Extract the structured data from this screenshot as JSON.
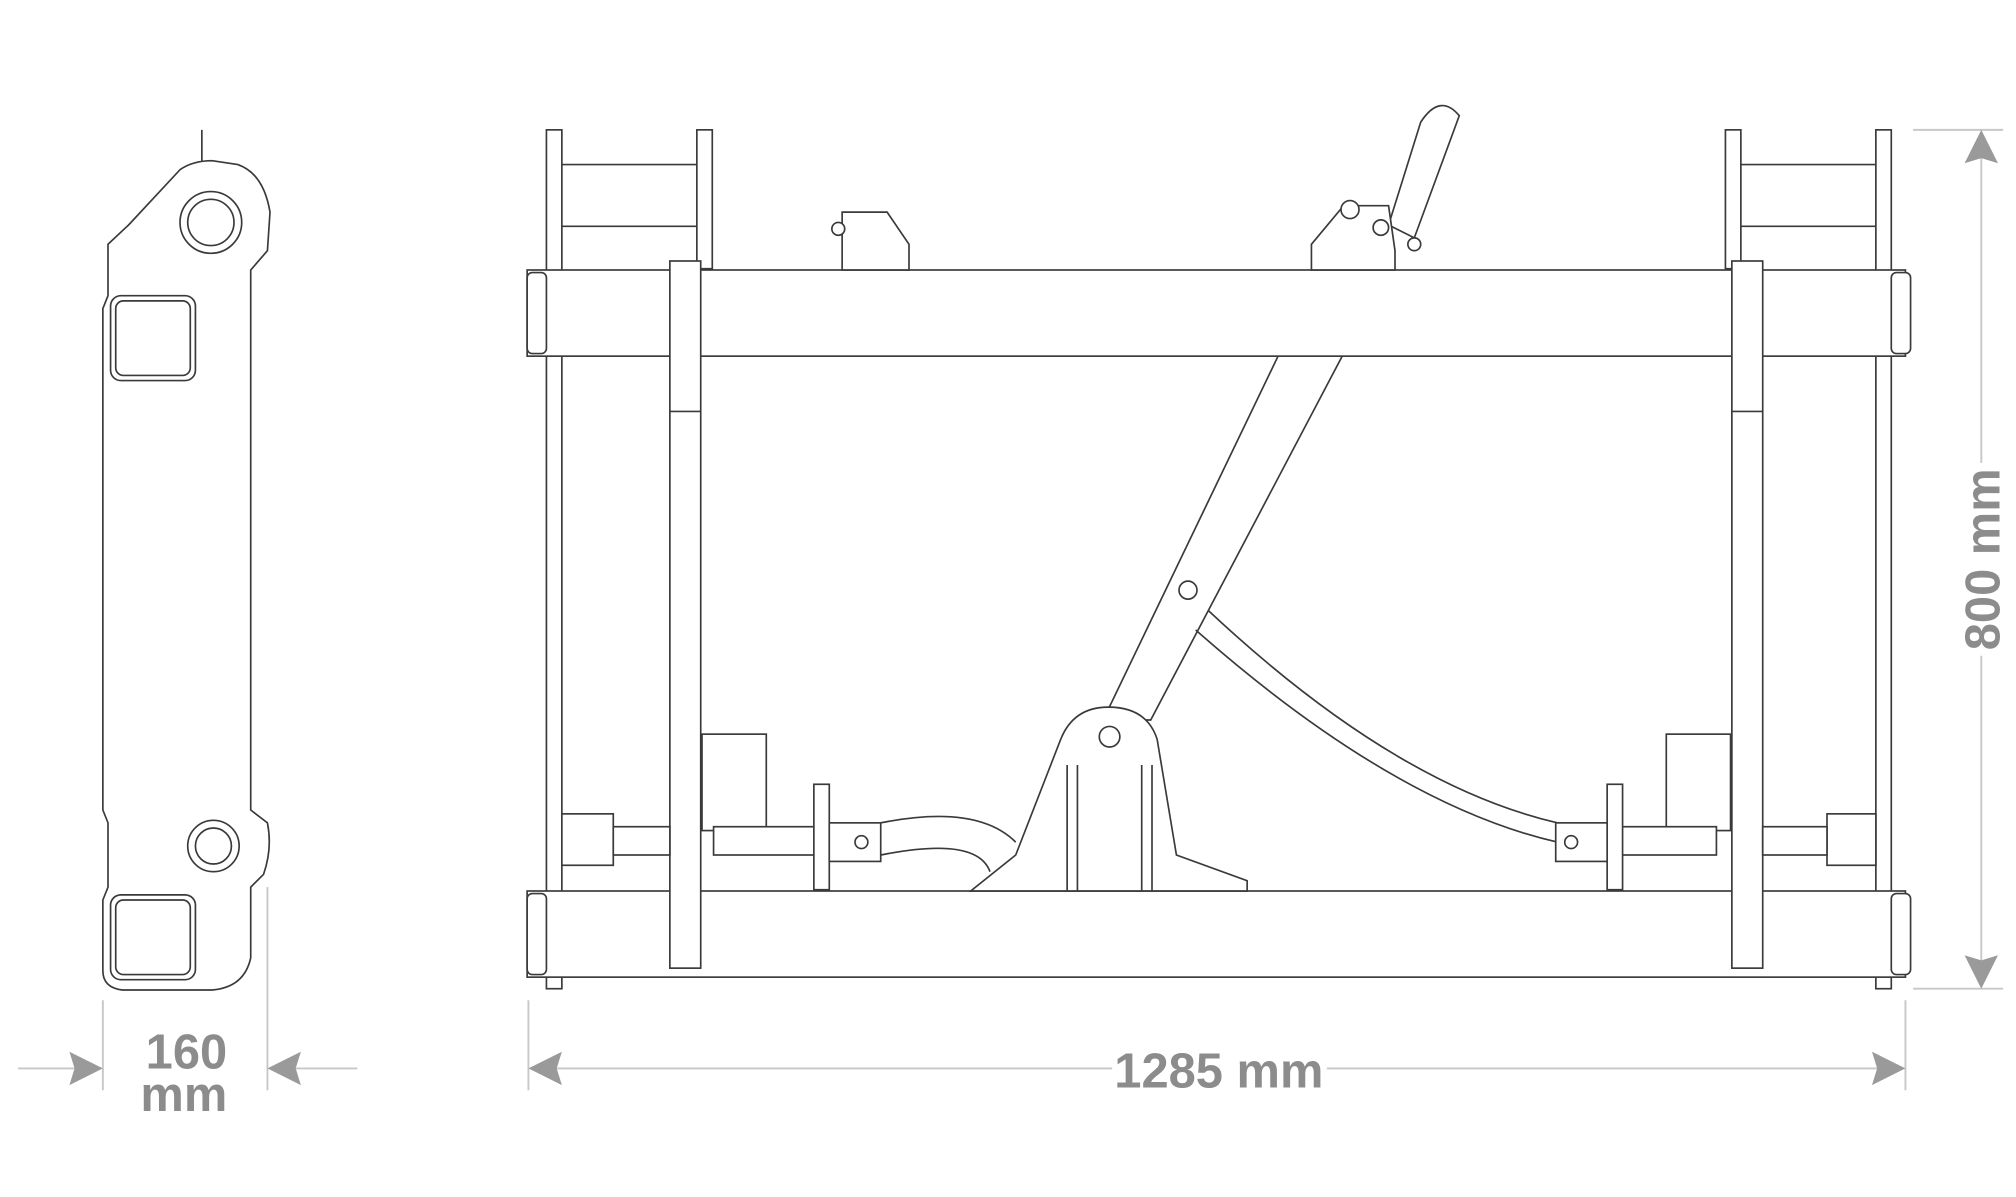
{
  "dimensions": {
    "depth_value": "160",
    "depth_unit": "mm",
    "width_label": "1285 mm",
    "height_label": "800 mm"
  },
  "colors": {
    "line": "#3a3a3a",
    "dimension_text": "#8c8c8c",
    "dimension_line": "#c8c8c8"
  }
}
